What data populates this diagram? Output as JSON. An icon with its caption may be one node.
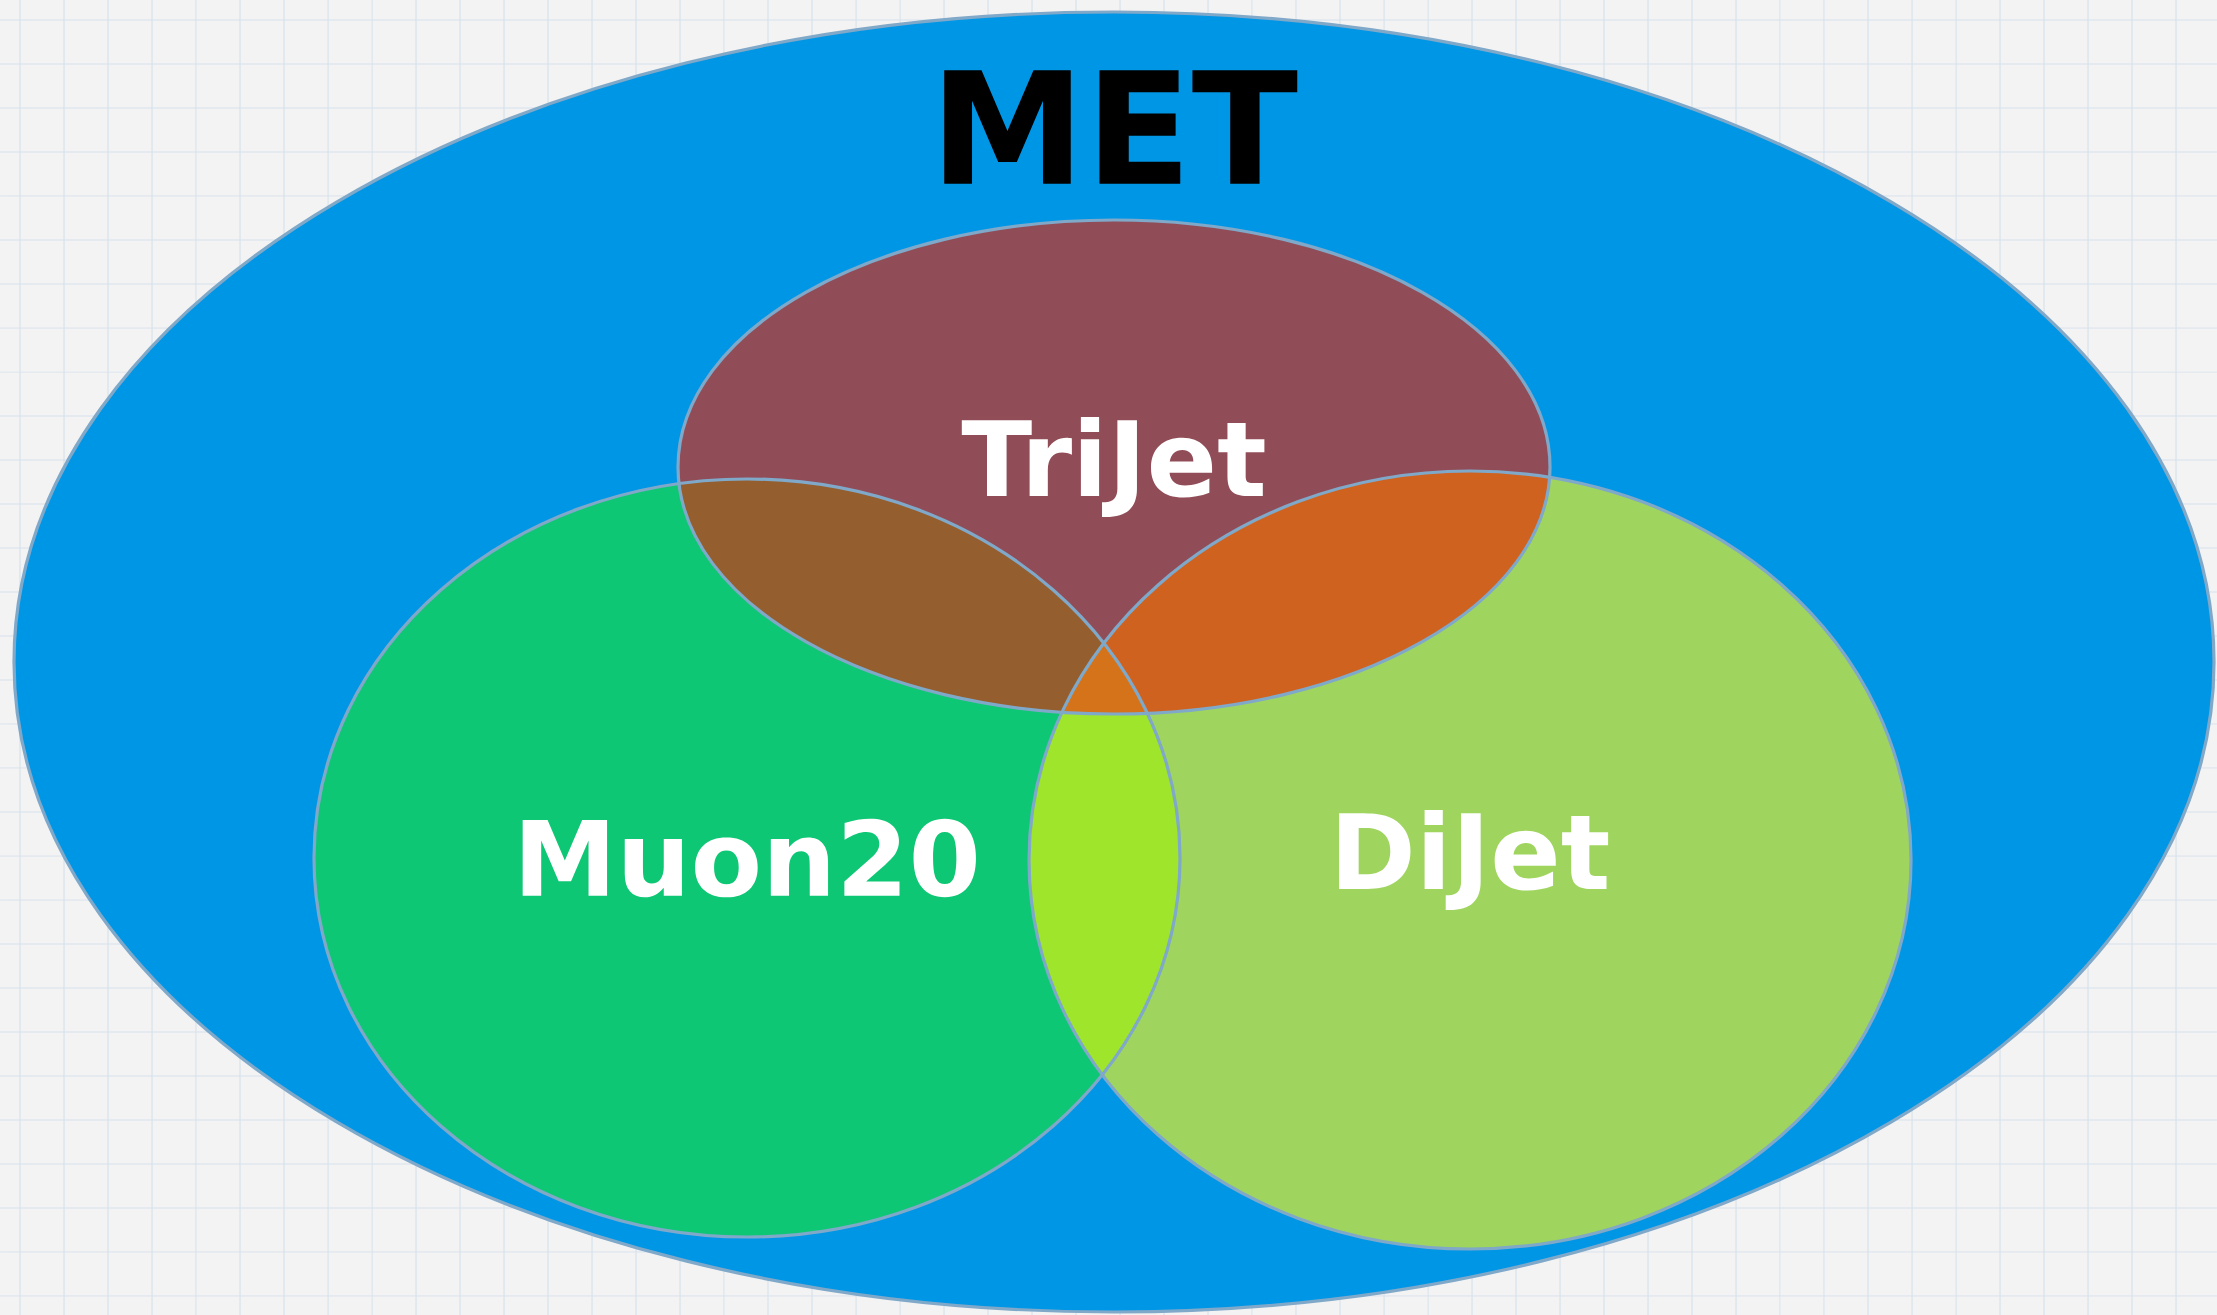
{
  "diagram": {
    "nodes": [
      {
        "text": [
          "MET"
        ]
      },
      {
        "text": [
          "TriJet"
        ],
        "in": 0
      },
      {
        "text": [
          "Muon20"
        ],
        "in": 0
      },
      {
        "text": [
          "DiJet"
        ],
        "in": 0
      }
    ]
  }
}
